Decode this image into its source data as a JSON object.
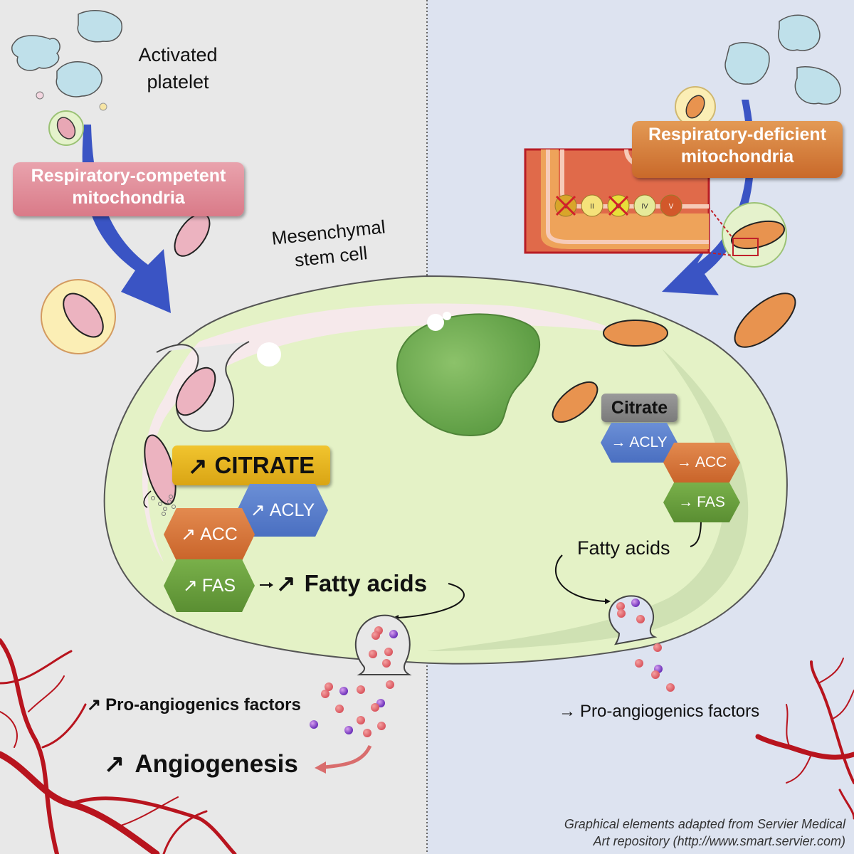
{
  "panels": {
    "left_background": "#e8e8e8",
    "right_background": "#dde3f0",
    "divider_color": "#666666"
  },
  "platelet": {
    "label_line1": "Activated",
    "label_line2": "platelet"
  },
  "cell": {
    "label_line1": "Mesenchymal",
    "label_line2": "stem cell"
  },
  "left": {
    "mito_box": {
      "line1": "Respiratory-competent",
      "line2": "mitochondria",
      "color": "#dd8290"
    },
    "citrate": {
      "arrow": "↗",
      "label": "CITRATE",
      "color": "#e8b520"
    },
    "enzymes": [
      {
        "arrow": "↗",
        "label": "ACLY",
        "color": "#5a7fcf"
      },
      {
        "arrow": "↗",
        "label": "ACC",
        "color": "#d9763a"
      },
      {
        "arrow": "↗",
        "label": "FAS",
        "color": "#6aa33e"
      }
    ],
    "fatty_acids": {
      "arrow": "↗",
      "label": "Fatty acids"
    },
    "factors": {
      "arrow": "↗",
      "label": "Pro-angiogenics factors"
    },
    "angiogenesis": {
      "arrow": "↗",
      "label": "Angiogenesis"
    }
  },
  "right": {
    "mito_box": {
      "line1": "Respiratory-deficient",
      "line2": "mitochondria",
      "color": "#d47a35"
    },
    "complexes": [
      {
        "label": "I",
        "blocked": true
      },
      {
        "label": "II",
        "blocked": false
      },
      {
        "label": "III",
        "blocked": true
      },
      {
        "label": "IV",
        "blocked": false
      },
      {
        "label": "V",
        "blocked": false
      }
    ],
    "citrate": {
      "label": "Citrate",
      "color": "#8a8a8a"
    },
    "enzymes": [
      {
        "arrow": "→",
        "label": "ACLY",
        "color": "#5a7fcf"
      },
      {
        "arrow": "→",
        "label": "ACC",
        "color": "#d9763a"
      },
      {
        "arrow": "→",
        "label": "FAS",
        "color": "#6aa33e"
      }
    ],
    "fatty_acids": {
      "label": "Fatty acids"
    },
    "factors": {
      "arrow": "→",
      "label": "Pro-angiogenics factors"
    }
  },
  "credit": {
    "line1": "Graphical elements adapted from Servier Medical",
    "line2": "Art repository (http://www.smart.servier.com)"
  }
}
